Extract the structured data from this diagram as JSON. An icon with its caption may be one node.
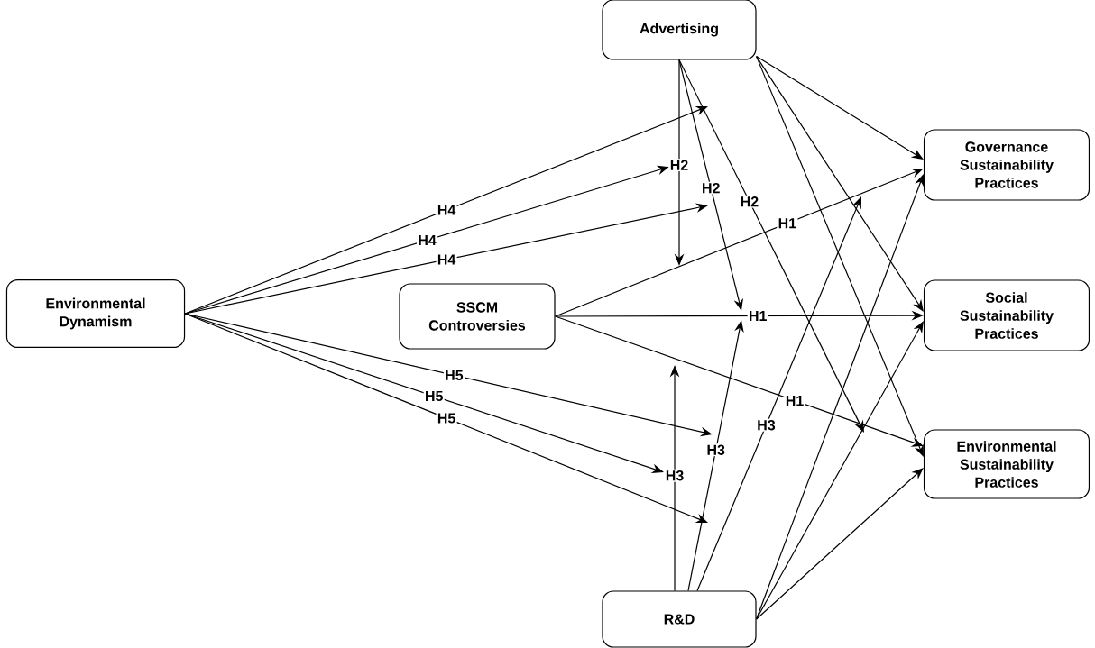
{
  "diagram": {
    "nodes": [
      {
        "text": [
          "Environmental Dynamism"
        ]
      },
      {
        "text": [
          "SSCM Controversies"
        ]
      },
      {
        "text": [
          "Advertising"
        ]
      },
      {
        "text": [
          "R&D"
        ]
      },
      {
        "text": [
          "Governance Sustainability Practices"
        ]
      },
      {
        "text": [
          "Social Sustainability Practices"
        ]
      },
      {
        "text": [
          "Environmental Sustainability Practices"
        ]
      }
    ],
    "edges": [
      {
        "from": 1,
        "to": 4,
        "arrow": "to",
        "label": "H1"
      },
      {
        "from": 1,
        "to": 5,
        "arrow": "to",
        "label": "H1"
      },
      {
        "from": 1,
        "to": 6,
        "arrow": "to",
        "label": "H1"
      },
      {
        "from": 2,
        "to": 4,
        "arrow": "to"
      },
      {
        "from": 2,
        "to": 5,
        "arrow": "to"
      },
      {
        "from": 2,
        "to": 6,
        "arrow": "to"
      },
      {
        "from": 3,
        "to": 4,
        "arrow": "to"
      },
      {
        "from": 3,
        "to": 5,
        "arrow": "to"
      },
      {
        "from": 3,
        "to": 6,
        "arrow": "to"
      },
      {
        "from": 2,
        "to": null,
        "arrow": "to",
        "label": "H2"
      },
      {
        "from": 2,
        "to": null,
        "arrow": "to",
        "label": "H2"
      },
      {
        "from": 2,
        "to": null,
        "arrow": "to",
        "label": "H2"
      },
      {
        "from": 3,
        "to": null,
        "arrow": "to",
        "label": "H3"
      },
      {
        "from": 3,
        "to": null,
        "arrow": "to",
        "label": "H3"
      },
      {
        "from": 3,
        "to": null,
        "arrow": "to",
        "label": "H3"
      },
      {
        "from": 0,
        "to": null,
        "arrow": "to",
        "label": "H4"
      },
      {
        "from": 0,
        "to": null,
        "arrow": "to",
        "label": "H4"
      },
      {
        "from": 0,
        "to": null,
        "arrow": "to",
        "label": "H4"
      },
      {
        "from": 0,
        "to": null,
        "arrow": "to",
        "label": "H5"
      },
      {
        "from": 0,
        "to": null,
        "arrow": "to",
        "label": "H5"
      },
      {
        "from": 0,
        "to": null,
        "arrow": "to",
        "label": "H5"
      }
    ]
  }
}
